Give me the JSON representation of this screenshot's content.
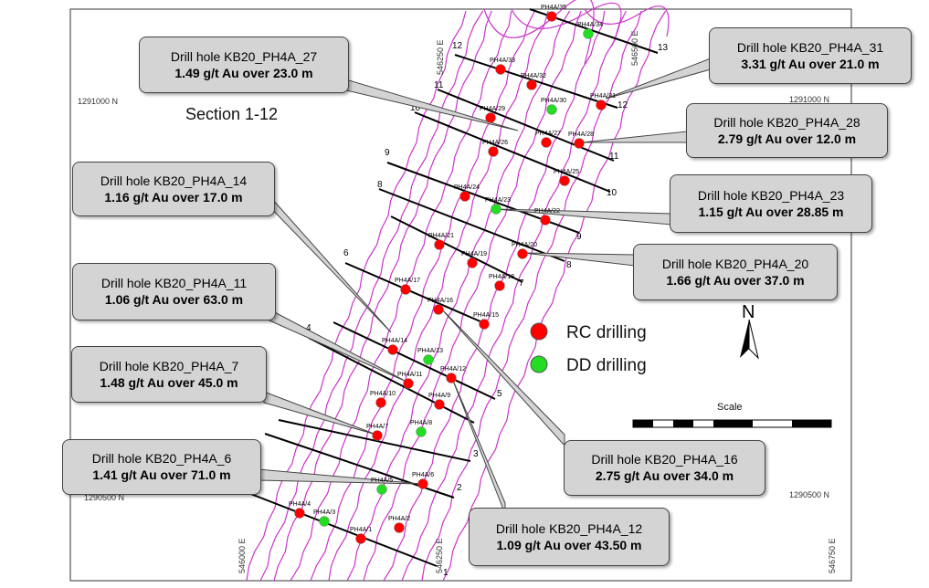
{
  "section_title": "Section 1-12",
  "legend": [
    {
      "label": "RC drilling",
      "color": "#ff0000"
    },
    {
      "label": "DD drilling",
      "color": "#22dd22"
    }
  ],
  "north_label": "N",
  "scale_label": "Scale",
  "grid_labels": {
    "n_1291000_left": "1291000 N",
    "n_1291000_right": "1291000 N",
    "n_1290500_right": "1290500 N",
    "n_1290500_left": "1290500 N",
    "e_546250_top": "546250 E",
    "e_546500_top": "546500 E",
    "e_546000_bottom": "546000 E",
    "e_546250_bottom": "546250 E",
    "e_546750_bottom": "546750 E"
  },
  "sections": [
    "1",
    "2",
    "3",
    "4",
    "5",
    "6",
    "7",
    "8",
    "9",
    "10",
    "11",
    "12",
    "13"
  ],
  "holes": [
    {
      "id": "PH4A/1",
      "type": "RC"
    },
    {
      "id": "PH4A/2",
      "type": "RC"
    },
    {
      "id": "PH4A/3",
      "type": "DD"
    },
    {
      "id": "PH4A/4",
      "type": "RC"
    },
    {
      "id": "PH4A/5",
      "type": "DD"
    },
    {
      "id": "PH4A/6",
      "type": "RC"
    },
    {
      "id": "PH4A/7",
      "type": "RC"
    },
    {
      "id": "PH4A/8",
      "type": "DD"
    },
    {
      "id": "PH4A/9",
      "type": "RC"
    },
    {
      "id": "PH4A/10",
      "type": "RC"
    },
    {
      "id": "PH4A/11",
      "type": "RC"
    },
    {
      "id": "PH4A/12",
      "type": "RC"
    },
    {
      "id": "PH4A/13",
      "type": "DD"
    },
    {
      "id": "PH4A/14",
      "type": "RC"
    },
    {
      "id": "PH4A/15",
      "type": "RC"
    },
    {
      "id": "PH4A/16",
      "type": "RC"
    },
    {
      "id": "PH4A/17",
      "type": "RC"
    },
    {
      "id": "PH4A/18",
      "type": "RC"
    },
    {
      "id": "PH4A/19",
      "type": "RC"
    },
    {
      "id": "PH4A/20",
      "type": "RC"
    },
    {
      "id": "PH4A/21",
      "type": "RC"
    },
    {
      "id": "PH4A/22",
      "type": "RC"
    },
    {
      "id": "PH4A/23",
      "type": "DD"
    },
    {
      "id": "PH4A/24",
      "type": "RC"
    },
    {
      "id": "PH4A/25",
      "type": "RC"
    },
    {
      "id": "PH4A/26",
      "type": "RC"
    },
    {
      "id": "PH4A/27",
      "type": "RC"
    },
    {
      "id": "PH4A/28",
      "type": "RC"
    },
    {
      "id": "PH4A/29",
      "type": "RC"
    },
    {
      "id": "PH4A/30",
      "type": "DD"
    },
    {
      "id": "PH4A/31",
      "type": "RC"
    },
    {
      "id": "PH4A/32",
      "type": "RC"
    },
    {
      "id": "PH4A/33",
      "type": "RC"
    },
    {
      "id": "PH4A/34",
      "type": "DD"
    },
    {
      "id": "PH4A/35",
      "type": "RC"
    }
  ],
  "callouts": [
    {
      "title": "Drill hole KB20_PH4A_27",
      "result": "1.49 g/t Au over 23.0 m"
    },
    {
      "title": "Drill hole KB20_PH4A_31",
      "result": "3.31 g/t Au over 21.0 m"
    },
    {
      "title": "Drill hole KB20_PH4A_28",
      "result": "2.79 g/t Au over 12.0 m"
    },
    {
      "title": "Drill hole KB20_PH4A_14",
      "result": "1.16 g/t Au over 17.0 m"
    },
    {
      "title": "Drill hole KB20_PH4A_23",
      "result": "1.15 g/t Au over 28.85 m"
    },
    {
      "title": "Drill hole KB20_PH4A_20",
      "result": "1.66 g/t Au over 37.0 m"
    },
    {
      "title": "Drill hole KB20_PH4A_11",
      "result": "1.06 g/t Au over 63.0 m"
    },
    {
      "title": "Drill hole KB20_PH4A_7",
      "result": "1.48 g/t Au over 45.0 m"
    },
    {
      "title": "Drill hole KB20_PH4A_16",
      "result": "2.75 g/t Au over 34.0 m"
    },
    {
      "title": "Drill hole KB20_PH4A_6",
      "result": "1.41 g/t Au over 71.0 m"
    },
    {
      "title": "Drill hole KB20_PH4A_12",
      "result": "1.09 g/t Au over 43.50 m"
    }
  ]
}
